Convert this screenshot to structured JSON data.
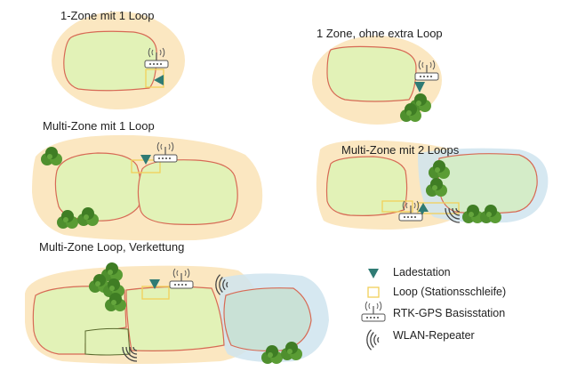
{
  "scenarios": {
    "s1": {
      "label": "1-Zone mit 1 Loop"
    },
    "s2": {
      "label": "1 Zone, ohne extra Loop"
    },
    "s3": {
      "label": "Multi-Zone mit 1 Loop"
    },
    "s4": {
      "label": "Multi-Zone mit 2 Loops"
    },
    "s5": {
      "label": "Multi-Zone Loop, Verkettung"
    }
  },
  "legend": {
    "items": [
      {
        "icon": "charging-station-icon",
        "label": "Ladestation"
      },
      {
        "icon": "loop-icon",
        "label": "Loop (Stationsschleife)"
      },
      {
        "icon": "rtk-gps-base-icon",
        "label": "RTK-GPS Basisstation"
      },
      {
        "icon": "wlan-repeater-icon",
        "label": "WLAN-Repeater"
      }
    ]
  },
  "colors": {
    "property": "#fbe7c1",
    "lawn": "#e2f2b7",
    "lawn_border": "#d76a55",
    "station": "#2f7b74",
    "loop": "#f2cf59",
    "bush": "#4f8f2e",
    "blue_zone": "#b9d9ea"
  }
}
